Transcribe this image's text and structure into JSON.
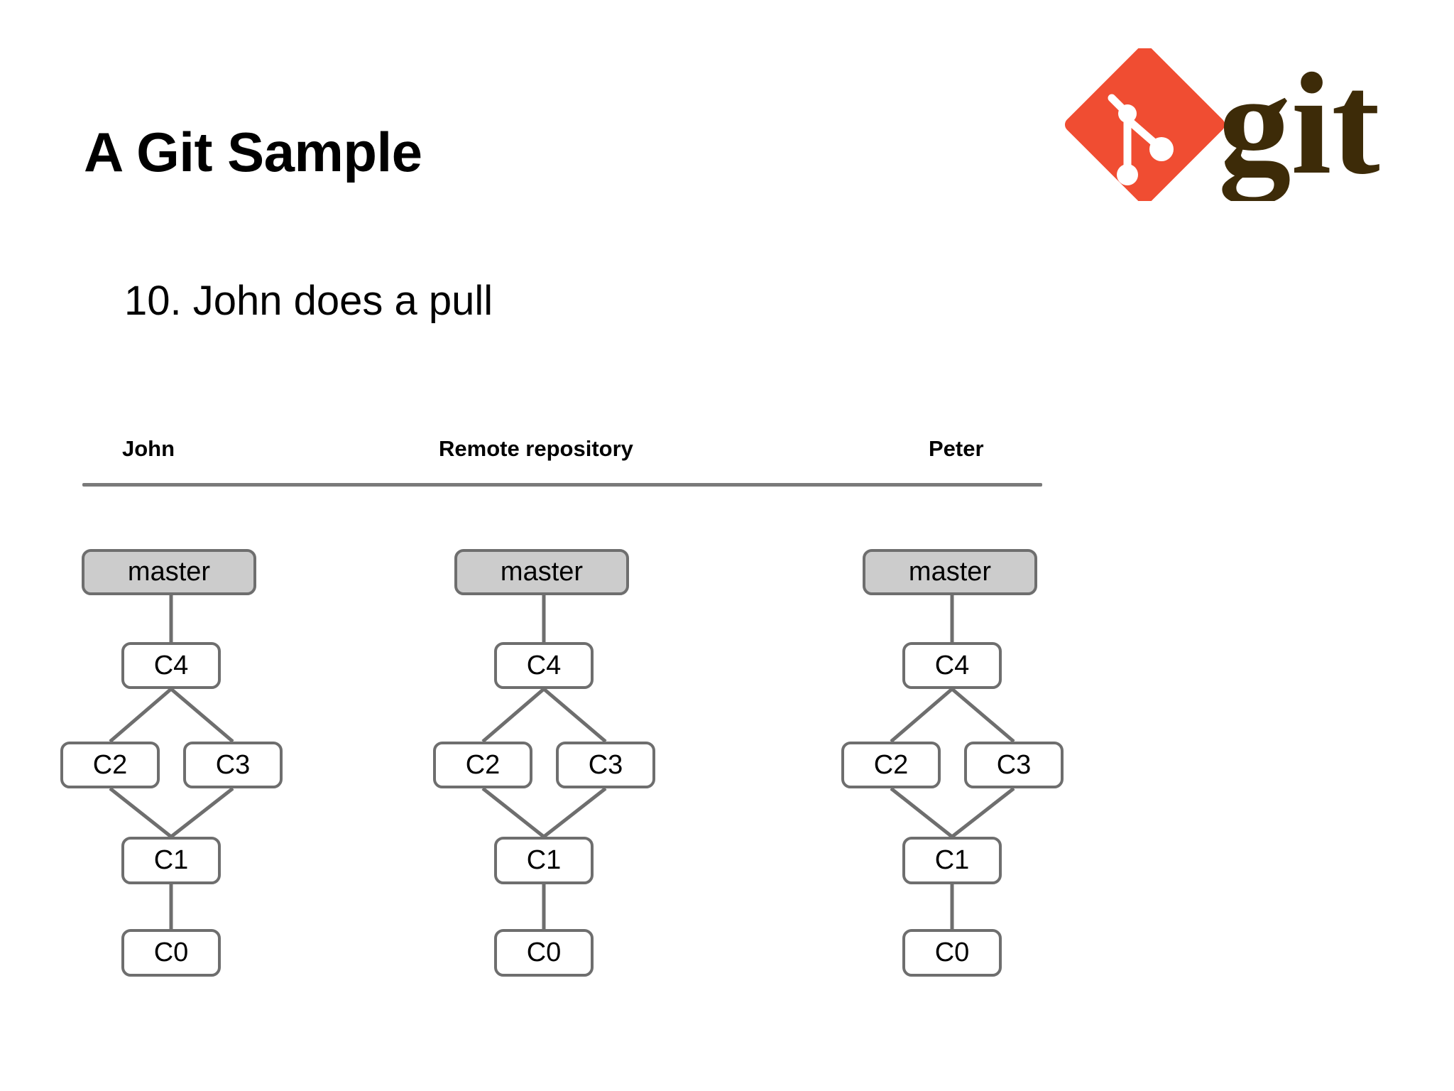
{
  "slide": {
    "title": "A Git Sample",
    "step": "10. John does a pull"
  },
  "logo": {
    "wordmark": "git",
    "mark_name": "git-diamond-logo",
    "diamond_color": "#F04D32",
    "wordmark_color": "#3D2B08"
  },
  "columns": [
    {
      "header": "John",
      "nodes": [
        {
          "id": "master",
          "label": "master",
          "type": "branch-label"
        },
        {
          "id": "c4",
          "label": "C4",
          "type": "commit"
        },
        {
          "id": "c2",
          "label": "C2",
          "type": "commit"
        },
        {
          "id": "c3",
          "label": "C3",
          "type": "commit"
        },
        {
          "id": "c1",
          "label": "C1",
          "type": "commit"
        },
        {
          "id": "c0",
          "label": "C0",
          "type": "commit"
        }
      ]
    },
    {
      "header": "Remote repository",
      "nodes": [
        {
          "id": "master",
          "label": "master",
          "type": "branch-label"
        },
        {
          "id": "c4",
          "label": "C4",
          "type": "commit"
        },
        {
          "id": "c2",
          "label": "C2",
          "type": "commit"
        },
        {
          "id": "c3",
          "label": "C3",
          "type": "commit"
        },
        {
          "id": "c1",
          "label": "C1",
          "type": "commit"
        },
        {
          "id": "c0",
          "label": "C0",
          "type": "commit"
        }
      ]
    },
    {
      "header": "Peter",
      "nodes": [
        {
          "id": "master",
          "label": "master",
          "type": "branch-label"
        },
        {
          "id": "c4",
          "label": "C4",
          "type": "commit"
        },
        {
          "id": "c2",
          "label": "C2",
          "type": "commit"
        },
        {
          "id": "c3",
          "label": "C3",
          "type": "commit"
        },
        {
          "id": "c1",
          "label": "C1",
          "type": "commit"
        },
        {
          "id": "c0",
          "label": "C0",
          "type": "commit"
        }
      ]
    }
  ],
  "graph": {
    "edges": [
      "master-c4",
      "c4-c2",
      "c4-c3",
      "c2-c1",
      "c3-c1",
      "c1-c0"
    ],
    "edge_color": "#6e6e6e",
    "node_border_color": "#6e6e6e",
    "branch_label_fill": "#cccccc",
    "rule_color": "#7a7a7a"
  }
}
